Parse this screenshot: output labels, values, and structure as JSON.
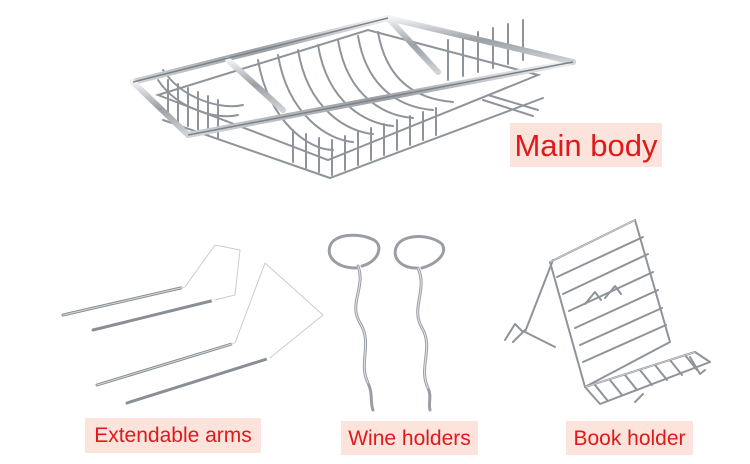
{
  "labels": {
    "main_body": "Main body",
    "extendable_arms": "Extendable arms",
    "wine_holders": "Wine holders",
    "book_holder": "Book holder"
  },
  "colors": {
    "label_text": "#e0191b",
    "label_background": "#fce3dc",
    "metal": "#9a9ea4",
    "metal_highlight": "#e8eaed",
    "arm_tips": "#ffffff"
  },
  "images": {
    "main_body": "wire-basket-caddy",
    "extendable_arms": "two-extendable-metal-arms",
    "wine_holders": "two-spiral-wine-glass-holders",
    "book_holder": "wire-book-stand"
  }
}
